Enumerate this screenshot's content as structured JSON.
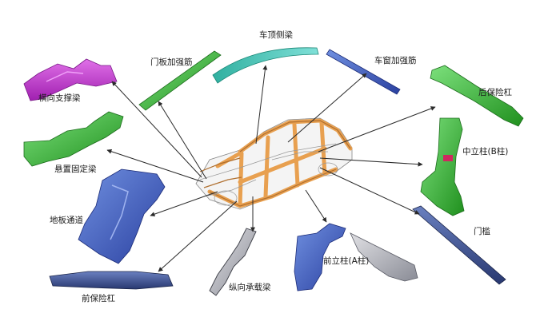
{
  "labels": {
    "roof_side_rail": "车顶侧梁",
    "door_reinforcement": "门板加强筋",
    "window_reinforcement": "车窗加强筋",
    "cross_support_beam": "横向支撑梁",
    "rear_bumper": "后保险杠",
    "suspension_bracket": "悬置固定梁",
    "b_pillar": "中立柱(B柱)",
    "floor_tunnel": "地板通道",
    "door_sill": "门槛",
    "a_pillar": "前立柱(A柱)",
    "front_bumper": "前保险杠",
    "longitudinal_beam": "纵向承载梁"
  },
  "colors": {
    "magenta_part": "#c03cc8",
    "green_part": "#3cb43c",
    "cyan_part": "#40c8b4",
    "blue_part": "#3c5ab4",
    "navy_part": "#3a4c8c",
    "orange_frame": "#e8a050",
    "arrow": "#2a2a2a"
  }
}
